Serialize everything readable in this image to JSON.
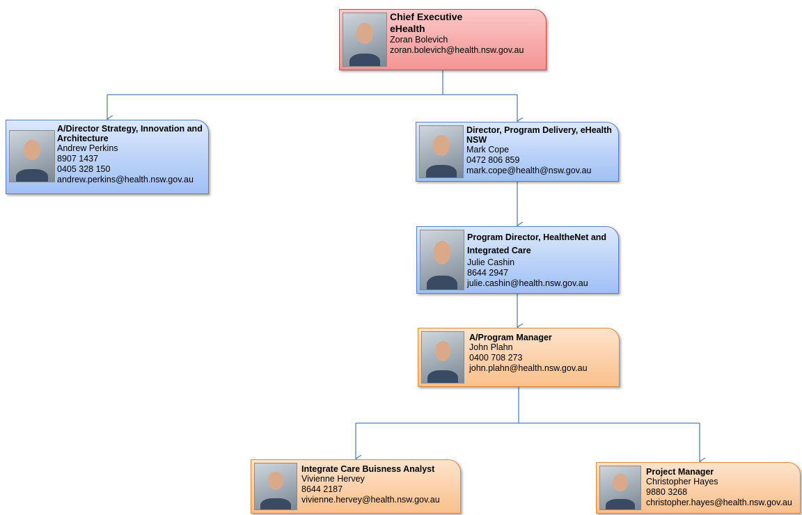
{
  "nodes": {
    "ceo": {
      "title": "Chief Executive",
      "subtitle": "eHealth",
      "name": "Zoran  Bolevich",
      "email": "zoran.bolevich@health.nsw.gov.au",
      "color": "#f49494"
    },
    "strategy": {
      "title": "A/Director Strategy, Innovation  and Architecture",
      "name": "Andrew  Perkins",
      "phone1": "8907 1437",
      "phone2": "0405 328 150",
      "email": "andrew.perkins@health.nsw.gov.au",
      "color": "#9fc0f5"
    },
    "program_delivery": {
      "title": "Director, Program Delivery,  eHealth NSW",
      "name": "Mark Cope",
      "phone1": "0472 806 859",
      "email": "mark.cope@health@nsw.gov.au",
      "color": "#9fc0f5"
    },
    "healthenet": {
      "title": "Program Director, HealtheNet and Integrated Care",
      "name": "Julie Cashin",
      "phone1": "8644  2947",
      "email": "julie.cashin@health.nsw.gov.au",
      "color": "#9fc0f5"
    },
    "program_manager": {
      "title": "A/Program Manager",
      "name": "John  Plahn",
      "phone1": "0400  708 273",
      "email": "john.plahn@health.nsw.gov.au",
      "color": "#fac08c"
    },
    "analyst": {
      "title": "Integrate Care Buisness  Analyst",
      "name": "Vivienne  Hervey",
      "phone1": "8644  2187",
      "email": "vivienne.hervey@health.nsw.gov.au",
      "color": "#fac08c"
    },
    "project_manager": {
      "title": "Project Manager",
      "name": "Christopher  Hayes",
      "phone1": "9880 3268",
      "email": "christopher.hayes@health.nsw.gov.au",
      "color": "#fac08c"
    }
  },
  "connector_color": "#4f81bd"
}
